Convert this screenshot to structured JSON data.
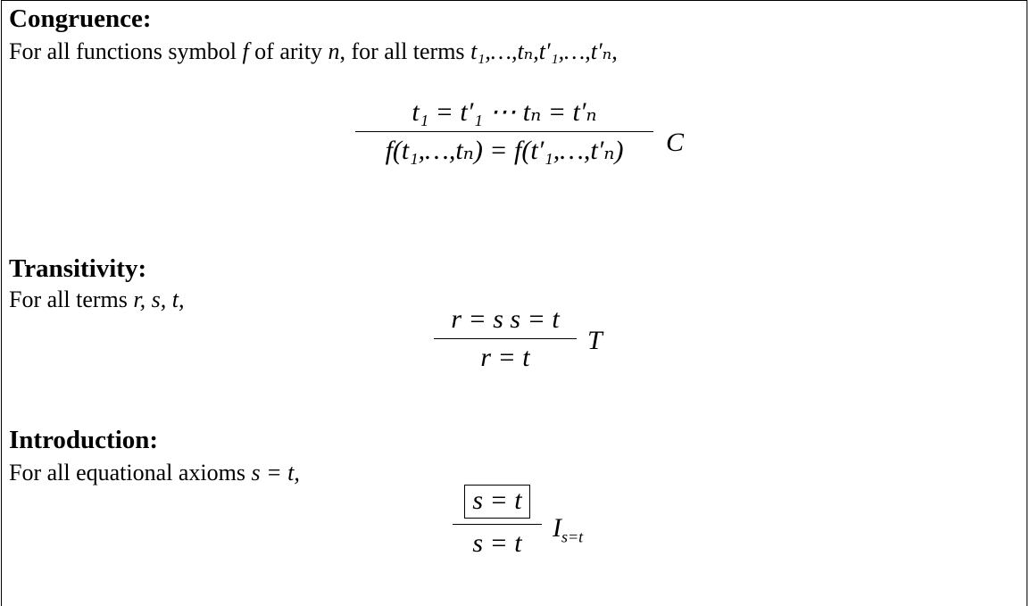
{
  "sections": [
    {
      "heading": "Congruence:",
      "description_prefix": "For all functions symbol ",
      "description_f": "f",
      "description_mid": " of arity ",
      "description_n": "n",
      "description_mid2": ", for all terms ",
      "description_terms": "t₁,…,tₙ,t′₁,…,t′ₙ,",
      "rule_numerator": "t₁ = t′₁    ⋯    tₙ = t′ₙ",
      "rule_denominator": "f(t₁,…,tₙ) = f(t′₁,…,t′ₙ)",
      "rule_label": "C"
    },
    {
      "heading": "Transitivity:",
      "description_prefix": "For all terms ",
      "description_vars": "r, s, t,",
      "rule_numerator": "r = s    s = t",
      "rule_denominator": "r = t",
      "rule_label": "T"
    },
    {
      "heading": "Introduction:",
      "description_prefix": "For all equational axioms ",
      "description_eq": "s = t,",
      "rule_numerator": "s = t",
      "rule_denominator": "s = t",
      "rule_label": "I",
      "rule_label_sub": "s=t"
    }
  ]
}
